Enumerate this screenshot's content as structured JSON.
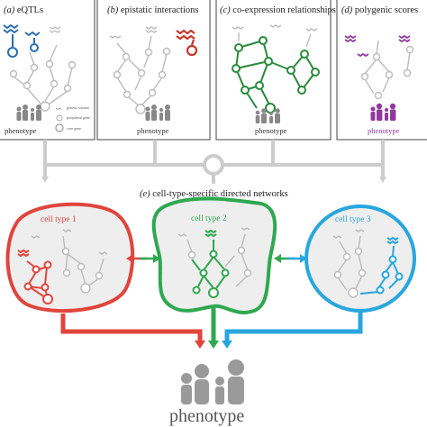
{
  "panels": [
    {
      "letter": "(a)",
      "title": "eQTLs"
    },
    {
      "letter": "(b)",
      "title": "epistatic interactions"
    },
    {
      "letter": "(c)",
      "title": "co-expression relationships"
    },
    {
      "letter": "(d)",
      "title": "polygenic scores"
    }
  ],
  "panel_phenotype": "phenotype",
  "legend": {
    "variant": "genetic variant",
    "peripheral": "peripheral gene",
    "core": "core gene"
  },
  "networks_title": {
    "letter": "(e)",
    "title": "cell-type-specific directed networks"
  },
  "cell_types": [
    {
      "label": "cell type 1",
      "color": "#e0453c"
    },
    {
      "label": "cell type 2",
      "color": "#2fa84f"
    },
    {
      "label": "cell type 3",
      "color": "#29a6de"
    }
  ],
  "final_phenotype": "phenotype",
  "colors": {
    "eqtl": "#2b6cb0",
    "epistatic": "#c0392b",
    "coexpression": "#2a8a3e",
    "polygenic": "#8e3a9e",
    "neutral": "#bbbbbb"
  }
}
